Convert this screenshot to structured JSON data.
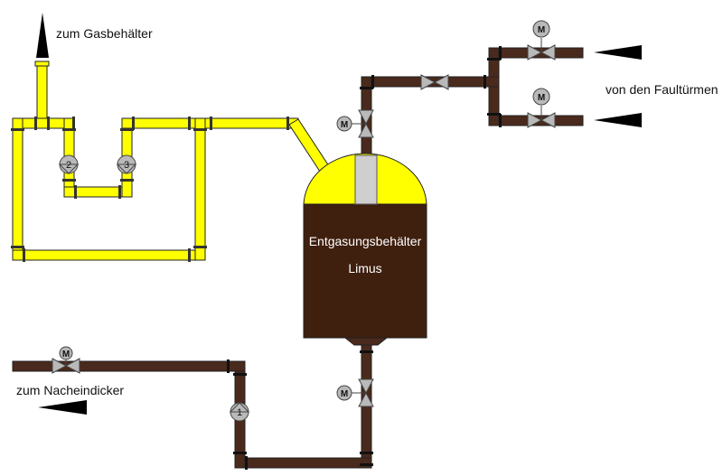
{
  "labels": {
    "gas_tank": "zum Gasbehälter",
    "digesters": "von den Faultürmen",
    "thickener": "zum Nacheindicker"
  },
  "tank": {
    "title": "Entgasungsbehälter",
    "subtitle": "Limus"
  },
  "motor_symbol": "M",
  "pumps": [
    "1",
    "2",
    "3"
  ],
  "colors": {
    "gas_pipe": "#ffff00",
    "sludge_pipe": "#4a2a1c",
    "tank_body": "#3f1f0e",
    "tank_dome": "#ffff00",
    "valve": "#b9b9b9",
    "arrow": "#000000"
  },
  "icons": {
    "valve": "butterfly-valve-icon",
    "motor": "motor-icon",
    "pump": "pump-icon",
    "flow_arrow": "flow-arrow-icon"
  }
}
